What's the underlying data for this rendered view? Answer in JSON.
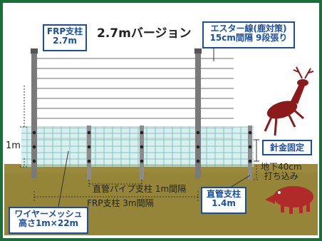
{
  "title": "2.7mバージョン",
  "callouts": {
    "frp_post": {
      "line1": "FRP支柱",
      "line2": "2.7m"
    },
    "ester_wire": {
      "line1": "エスター線(鹿対策)",
      "line2": "15cm間隔 9段張り"
    },
    "wire_fixing": "針金固定",
    "straight_post": {
      "line1": "直管支柱",
      "line2": "1.4m"
    },
    "wire_mesh": {
      "line1": "ワイヤーメッシュ",
      "line2": "高さ1m×22m"
    }
  },
  "labels": {
    "height_1m": "1m",
    "underground": {
      "line1": "地下40cm",
      "line2": "打ち込み"
    },
    "pipe_spacing": "直管パイプ支柱 1m間隔",
    "frp_spacing": "FRP支柱 3m間隔"
  },
  "colors": {
    "border": "#1b6e3a",
    "callout": "#1a4fa0",
    "ground": "#9c8a3c",
    "mesh": "#9fd3d3",
    "deer": "#8b1a1a",
    "boar": "#b02a2a"
  }
}
